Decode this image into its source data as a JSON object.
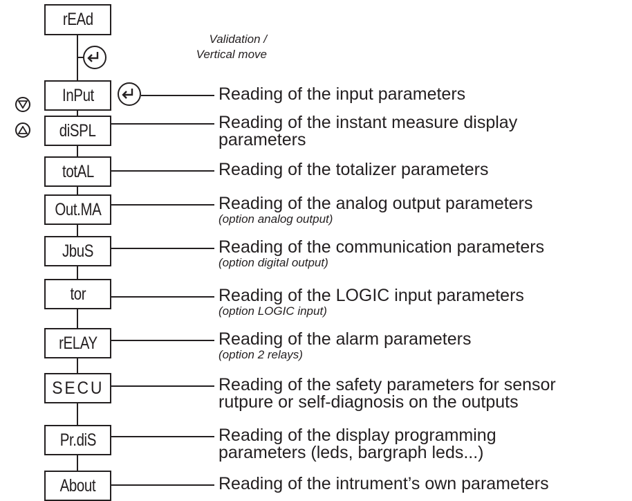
{
  "legend": {
    "line1": "Validation /",
    "line2": "Vertical move"
  },
  "steps": [
    {
      "label": "rEAd"
    },
    {
      "label": "InPut",
      "desc": "Reading of the input parameters"
    },
    {
      "label": "diSPL",
      "desc": "Reading of the instant measure display",
      "desc2": "parameters"
    },
    {
      "label": "totAL",
      "desc": "Reading of the totalizer parameters"
    },
    {
      "label": "Out.MA",
      "desc": "Reading of the analog output parameters",
      "note": "(option analog output)"
    },
    {
      "label": "JbuS",
      "desc": "Reading of the communication parameters",
      "note": "(option digital output)"
    },
    {
      "label": "tor",
      "desc": "Reading of the LOGIC input parameters",
      "note": "(option LOGIC input)"
    },
    {
      "label": "rELAY",
      "desc": "Reading of the alarm parameters",
      "note": "(option 2 relays)"
    },
    {
      "label": "SECU",
      "desc": "Reading of the safety parameters for sensor",
      "desc2": "rutpure or self-diagnosis on the outputs"
    },
    {
      "label": "Pr.diS",
      "desc": "Reading of the display programming",
      "desc2": "parameters (leds, bargraph leds...)"
    },
    {
      "label": "About",
      "desc": "Reading of the intrument’s own parameters"
    }
  ],
  "icons": [
    "enter-key-icon",
    "down-arrow-key-icon",
    "up-arrow-key-icon"
  ]
}
